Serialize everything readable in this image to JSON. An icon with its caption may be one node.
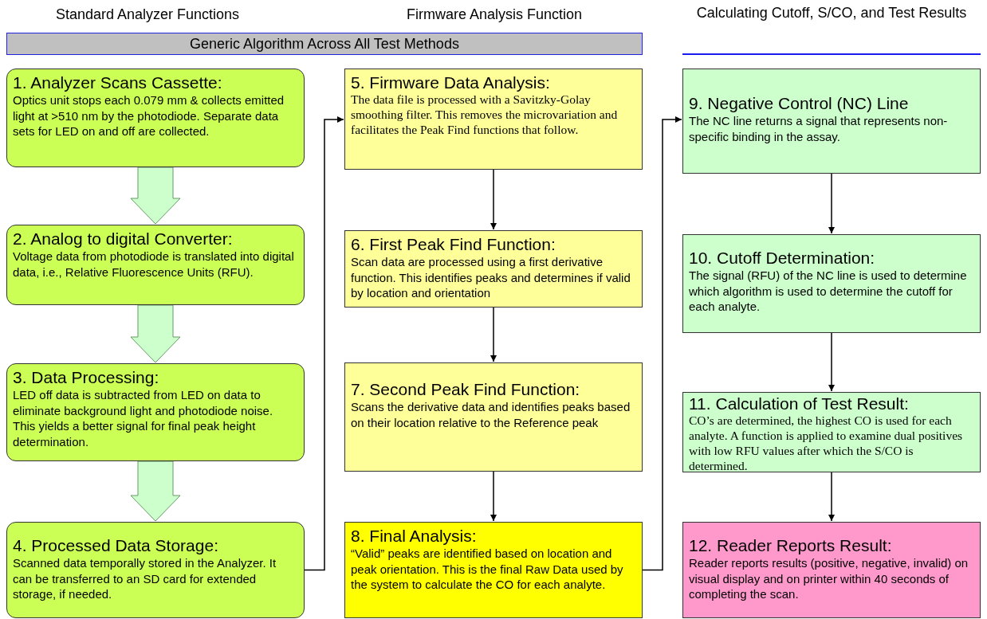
{
  "diagram": {
    "nodes": [
      {
        "text": [
          "Generic Algorithm Across All Test Methods"
        ]
      },
      {
        "text": [
          "1. Analyzer Scans Cassette:",
          "Optics unit stops each 0.079 mm & collects emitted light at >510 nm by the photodiode. Separate data sets for LED on and off are collected."
        ]
      },
      {
        "text": [
          "2. Analog to digital Converter:",
          "Voltage data from photodiode is translated into digital data, i.e., Relative Fluorescence Units (RFU)."
        ]
      },
      {
        "text": [
          "3. Data Processing:",
          "LED off data is subtracted from LED on data to eliminate background light and photodiode noise. This yields a better signal for final peak height determination."
        ]
      },
      {
        "text": [
          "4. Processed Data Storage:",
          "Scanned data temporally stored in the Analyzer.  It can be transferred to an SD card for extended storage, if needed."
        ]
      },
      {
        "text": [
          "5. Firmware Data Analysis:",
          "The data file is processed with a Savitzky-Golay smoothing filter.  This removes the microvariation  and facilitates the Peak Find functions that follow."
        ]
      },
      {
        "text": [
          "6. First Peak Find Function:",
          "Scan data are processed using a first derivative function. This identifies peaks and determines if valid by location and orientation"
        ]
      },
      {
        "text": [
          "7. Second Peak Find Function:",
          "Scans the derivative data and identifies peaks based on their location relative to the Reference peak"
        ]
      },
      {
        "text": [
          "8. Final Analysis:",
          "“Valid” peaks are identified based on location and peak orientation. This is the final Raw Data used by the system to calculate the CO for each analyte."
        ]
      },
      {
        "text": [
          "9. Negative Control (NC) Line",
          "The NC line returns a signal that represents non-specific binding in the assay."
        ]
      },
      {
        "text": [
          "10. Cutoff Determination:",
          "The signal (RFU) of the NC line is used to determine which algorithm is used to determine the cutoff for each analyte."
        ]
      },
      {
        "text": [
          "11. Calculation of Test Result:",
          "CO’s are determined, the highest CO is used for each analyte.  A function is applied to examine dual positives with low RFU values after which the S/CO is determined."
        ]
      },
      {
        "text": [
          "12. Reader Reports Result:",
          "Reader reports results (positive, negative, invalid) on visual display and on printer within 40 seconds of completing the scan."
        ]
      }
    ],
    "edges": [
      {
        "from": 1,
        "to": 2,
        "arrow": "to",
        "style": "thick"
      },
      {
        "from": 2,
        "to": 3,
        "arrow": "to",
        "style": "thick"
      },
      {
        "from": 3,
        "to": 4,
        "arrow": "to",
        "style": "thick"
      },
      {
        "from": 4,
        "to": 5,
        "arrow": "to"
      },
      {
        "from": 5,
        "to": 6,
        "arrow": "to"
      },
      {
        "from": 6,
        "to": 7,
        "arrow": "to"
      },
      {
        "from": 7,
        "to": 8,
        "arrow": "to"
      },
      {
        "from": 8,
        "to": 9,
        "arrow": "to"
      },
      {
        "from": 9,
        "to": 10,
        "arrow": "to"
      },
      {
        "from": 10,
        "to": 11,
        "arrow": "to"
      },
      {
        "from": 11,
        "to": 12,
        "arrow": "to"
      }
    ],
    "labels": [
      "Standard Analyzer Functions",
      "Firmware Analysis Function",
      "Calculating Cutoff, S/CO, and Test Results"
    ]
  }
}
